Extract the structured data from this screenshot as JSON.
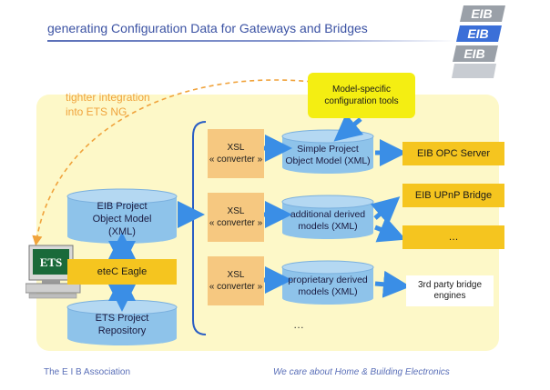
{
  "title": "generating Configuration Data for Gateways and Bridges",
  "logo": {
    "text": "EIB"
  },
  "integration_note": [
    "tighter integration",
    "into ETS NG"
  ],
  "tools": [
    "Model-specific",
    "configuration tools"
  ],
  "eib_model": [
    "EIB Project",
    "Object Model",
    "(XML)"
  ],
  "ets_icon_label": "ETS",
  "etec_eagle": "eteC Eagle",
  "repository": [
    "ETS Project",
    "Repository"
  ],
  "xsl_label": "XSL",
  "converter_label": "« converter »",
  "derived_models": [
    [
      "Simple Project",
      "Object Model (XML)"
    ],
    [
      "additional derived",
      "models (XML)"
    ],
    [
      "proprietary derived",
      "models (XML)"
    ]
  ],
  "outputs": {
    "opc": "EIB OPC Server",
    "upnp": "EIB UPnP Bridge",
    "more": "…",
    "third_party": [
      "3rd party bridge",
      "engines"
    ]
  },
  "more_models": "…",
  "footer_left": "The E I B Association",
  "footer_right": "We care about Home & Building Electronics",
  "colors": {
    "title": "#3b52a3",
    "panel": "#fdf8c8",
    "cylinder": "#8ec3ea",
    "arrow": "#3a8ee6",
    "xsl": "#f6c880",
    "output": "#f5c51f",
    "tools": "#f4ee12",
    "note": "#f0a33c"
  }
}
